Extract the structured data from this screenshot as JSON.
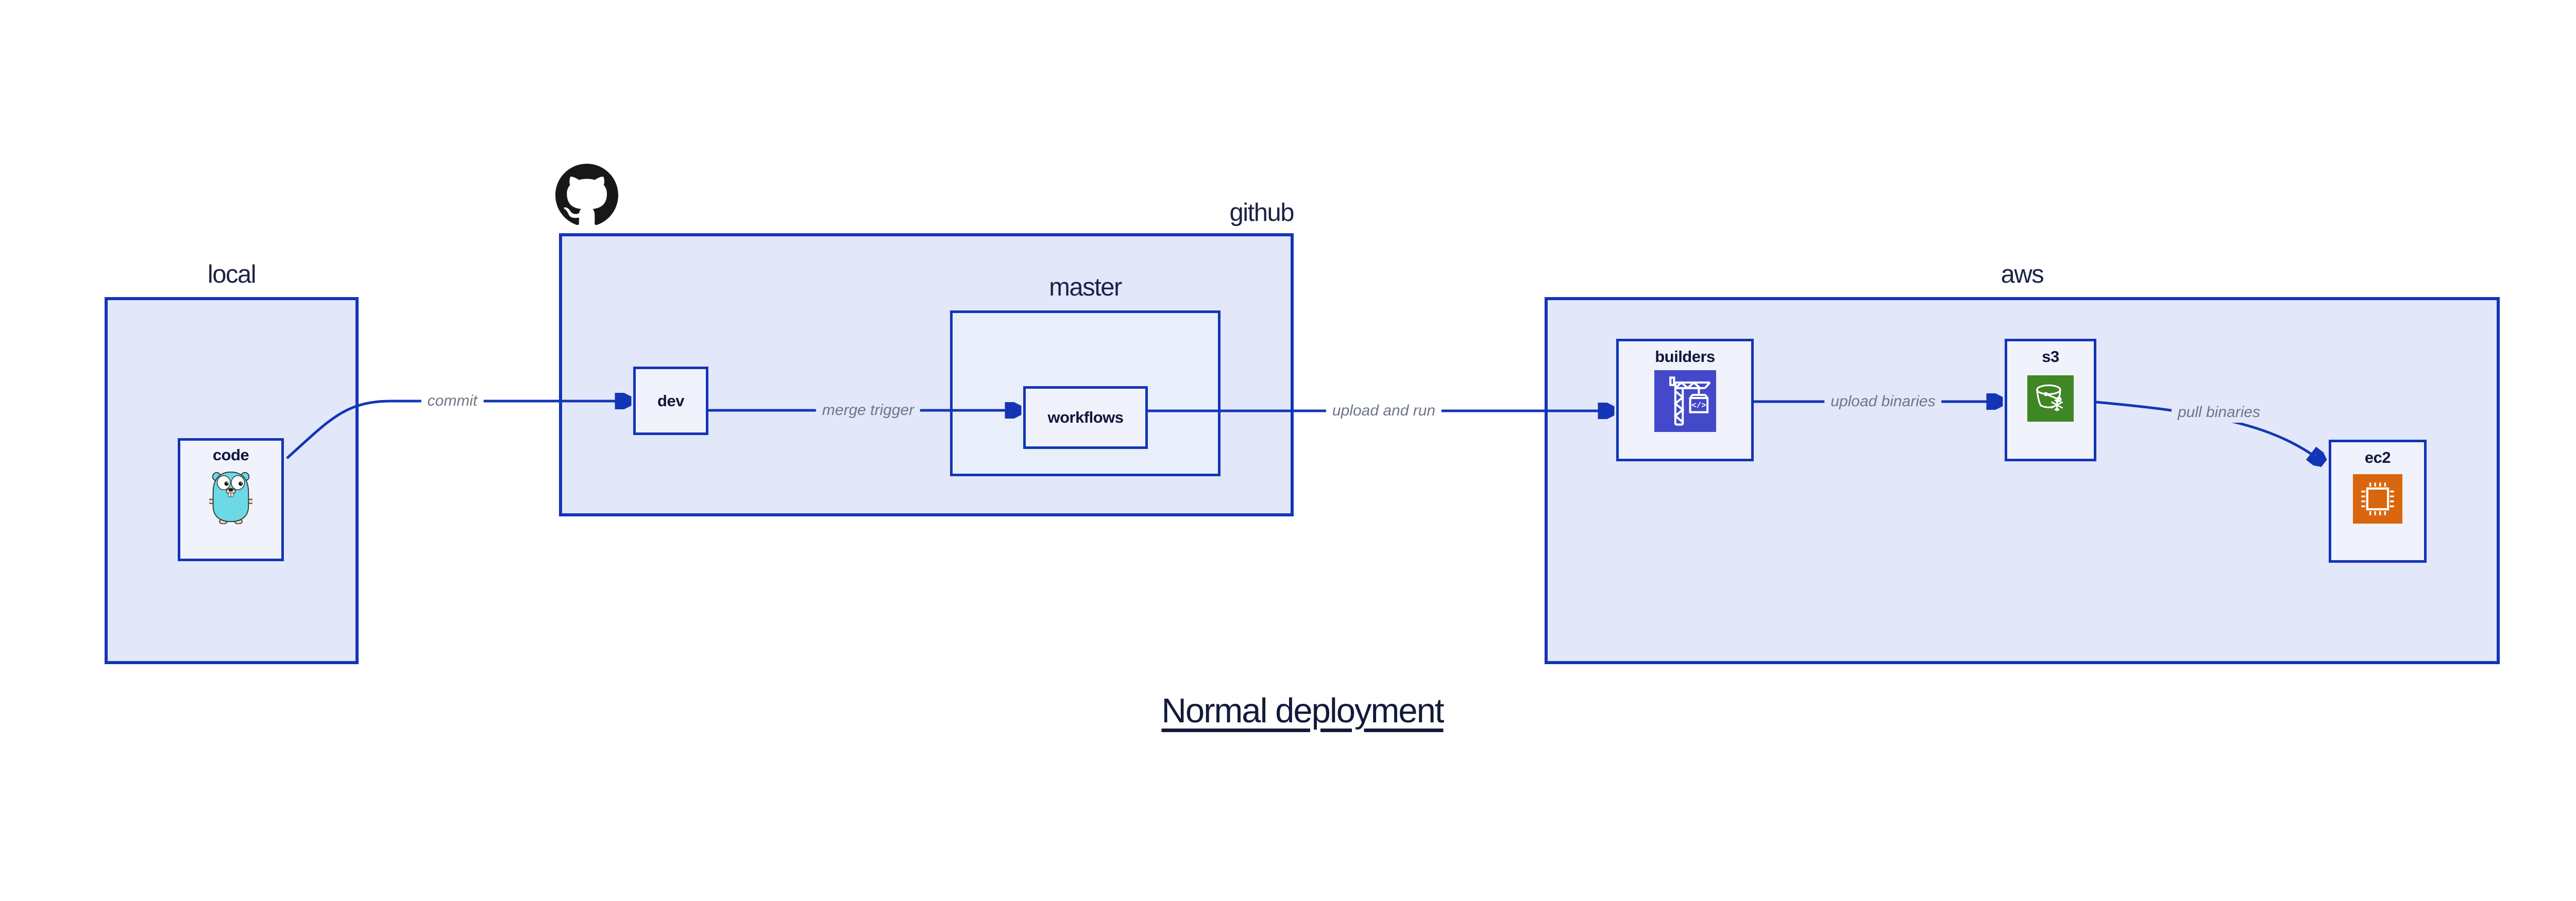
{
  "diagram_title": "Normal deployment",
  "containers": {
    "local": {
      "label": "local"
    },
    "github": {
      "label": "github",
      "icon": "github-octocat-icon"
    },
    "master": {
      "label": "master"
    },
    "aws": {
      "label": "aws"
    }
  },
  "nodes": {
    "code": {
      "label": "code",
      "icon": "go-gopher-icon"
    },
    "dev": {
      "label": "dev"
    },
    "workflows": {
      "label": "workflows"
    },
    "builders": {
      "label": "builders",
      "icon": "codebuild-crane-icon",
      "icon_glyph": "</>"
    },
    "s3": {
      "label": "s3",
      "icon": "s3-glacier-bucket-icon"
    },
    "ec2": {
      "label": "ec2",
      "icon": "ec2-chip-icon"
    }
  },
  "edges": [
    {
      "from": "code",
      "to": "dev",
      "label": "commit"
    },
    {
      "from": "dev",
      "to": "workflows",
      "label": "merge trigger"
    },
    {
      "from": "workflows",
      "to": "builders",
      "label": "upload and run"
    },
    {
      "from": "builders",
      "to": "s3",
      "label": "upload binaries"
    },
    {
      "from": "s3",
      "to": "ec2",
      "label": "pull binaries"
    }
  ],
  "colors": {
    "stroke_blue": "#1335b5",
    "container_fill": "#e2e7f9",
    "master_fill": "#e9eefb",
    "node_fill": "#f0f3fc",
    "label_navy": "#131b3a",
    "edge_label_gray": "#6f7686",
    "codebuild_indigo": "#4349c8",
    "s3_green": "#3f8624",
    "ec2_orange": "#d9660d",
    "octocat_black": "#191717",
    "gopher_teal": "#6cd9e4"
  }
}
